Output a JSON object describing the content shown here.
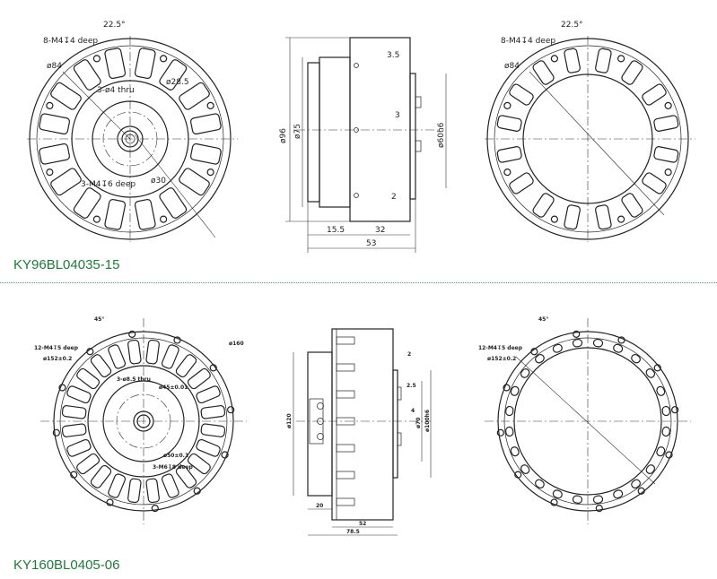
{
  "models": [
    {
      "title": "KY96BL04035-15",
      "front": {
        "angle": "22.5°",
        "holes_outer": "8-M4↧4 deep",
        "d84": "ø84",
        "d28": "ø28.5",
        "holes_inner": "3-ø4 thru",
        "holes_m4": "3-M4↧6 deep",
        "d30": "ø30"
      },
      "side": {
        "d96": "ø96",
        "d75": "ø75",
        "d60": "ø60h6",
        "dim35": "3.5",
        "dim3": "3",
        "dim2": "2",
        "dim155": "15.5",
        "dim32": "32",
        "dim53": "53"
      },
      "back": {
        "angle": "22.5°",
        "holes_outer": "8-M4↧4 deep",
        "d84": "ø84"
      }
    },
    {
      "title": "KY160BL0405-06",
      "front": {
        "angle": "45°",
        "holes_outer": "12-M4↧5 deep",
        "d152": "ø152±0.2",
        "d160": "ø160",
        "holes_inner": "3-ø8.5 thru",
        "d45": "ø45±0.01",
        "d50": "ø50±0.1",
        "holes_m6": "3-M6↧8 deep"
      },
      "side": {
        "d120": "ø120",
        "d70": "ø70",
        "d100": "ø100h6",
        "dim2": "2",
        "dim25": "2.5",
        "dim4": "4",
        "dim20": "20",
        "dim52": "52",
        "dim785": "78.5"
      },
      "back": {
        "angle": "45°",
        "holes_outer": "12-M4↧5 deep",
        "d152": "ø152±0.2"
      }
    }
  ],
  "colors": {
    "title": "#1f7a3c",
    "separator": "#5a9a6a"
  }
}
